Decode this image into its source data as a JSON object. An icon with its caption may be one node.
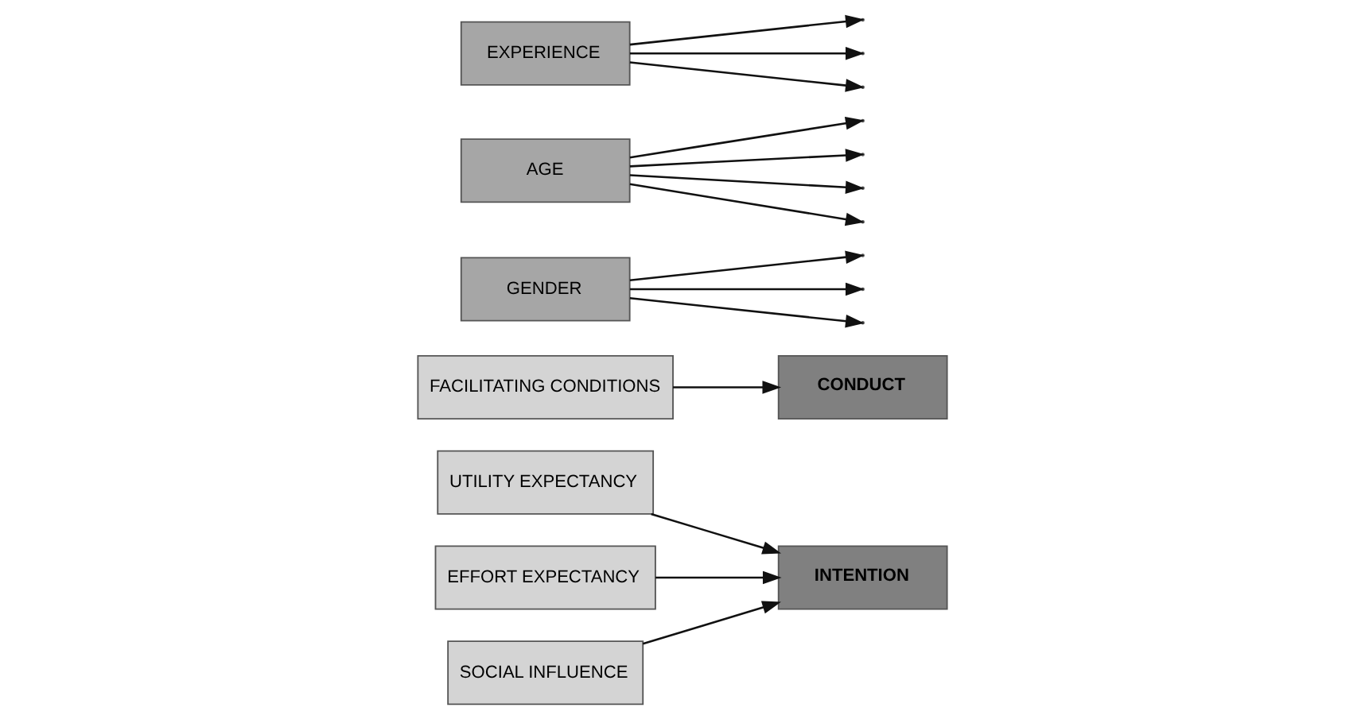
{
  "diagram": {
    "nodes": [
      {
        "text": [
          "UTILITY EXPECTANCY"
        ]
      },
      {
        "text": [
          "EFFORT EXPECTANCY"
        ]
      },
      {
        "text": [
          "SOCIAL INFLUENCE"
        ]
      },
      {
        "text": [
          "FACILITATING CONDITIONS"
        ]
      },
      {
        "text": [
          "INTENTION"
        ]
      },
      {
        "text": [
          "CONDUCT"
        ]
      },
      {
        "text": [
          "GENDER"
        ]
      },
      {
        "text": [
          "AGE"
        ]
      },
      {
        "text": [
          "EXPERIENCE"
        ]
      }
    ],
    "edges": [
      {
        "from": 0,
        "to": 4,
        "arrow": "to"
      },
      {
        "from": 1,
        "to": 4,
        "arrow": "to"
      },
      {
        "from": 2,
        "to": 4,
        "arrow": "to"
      },
      {
        "from": 3,
        "to": 5,
        "arrow": "to"
      },
      {
        "from": 6,
        "to": null,
        "arrow": "to"
      },
      {
        "from": 6,
        "to": null,
        "arrow": "to"
      },
      {
        "from": 6,
        "to": null,
        "arrow": "to"
      },
      {
        "from": 7,
        "to": null,
        "arrow": "to"
      },
      {
        "from": 7,
        "to": null,
        "arrow": "to"
      },
      {
        "from": 7,
        "to": null,
        "arrow": "to"
      },
      {
        "from": 7,
        "to": null,
        "arrow": "to"
      },
      {
        "from": 8,
        "to": null,
        "arrow": "to"
      },
      {
        "from": 8,
        "to": null,
        "arrow": "to"
      },
      {
        "from": 8,
        "to": null,
        "arrow": "to"
      }
    ]
  }
}
